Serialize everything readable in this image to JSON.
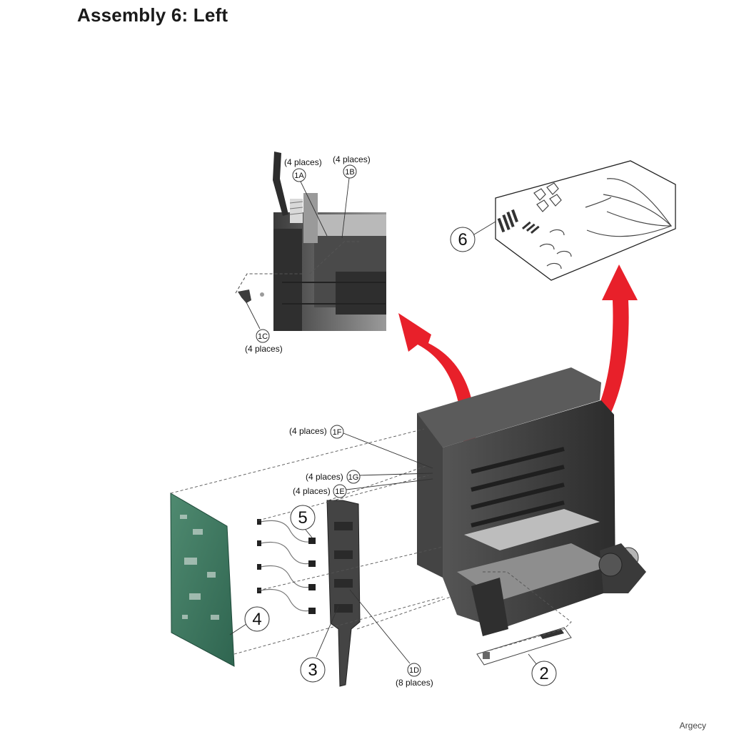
{
  "page": {
    "title": "Assembly 6:  Left",
    "footer": "Argecy"
  },
  "callouts": {
    "c1A": {
      "id": "1A",
      "note": "(4 places)"
    },
    "c1B": {
      "id": "1B",
      "note": "(4 places)"
    },
    "c1C": {
      "id": "1C",
      "note": "(4 places)"
    },
    "c1D": {
      "id": "1D",
      "note": "(8 places)"
    },
    "c1E": {
      "id": "1E",
      "note": "(4 places)"
    },
    "c1F": {
      "id": "1F",
      "note": "(4 places)"
    },
    "c1G": {
      "id": "1G",
      "note": "(4 places)"
    },
    "c2": {
      "id": "2"
    },
    "c3": {
      "id": "3"
    },
    "c4": {
      "id": "4"
    },
    "c5": {
      "id": "5"
    },
    "c6": {
      "id": "6"
    }
  },
  "colors": {
    "arrow": "#e8202a",
    "board": "#3f7a62",
    "frame": "#3a3a3a",
    "metal": "#8c8c8c"
  }
}
